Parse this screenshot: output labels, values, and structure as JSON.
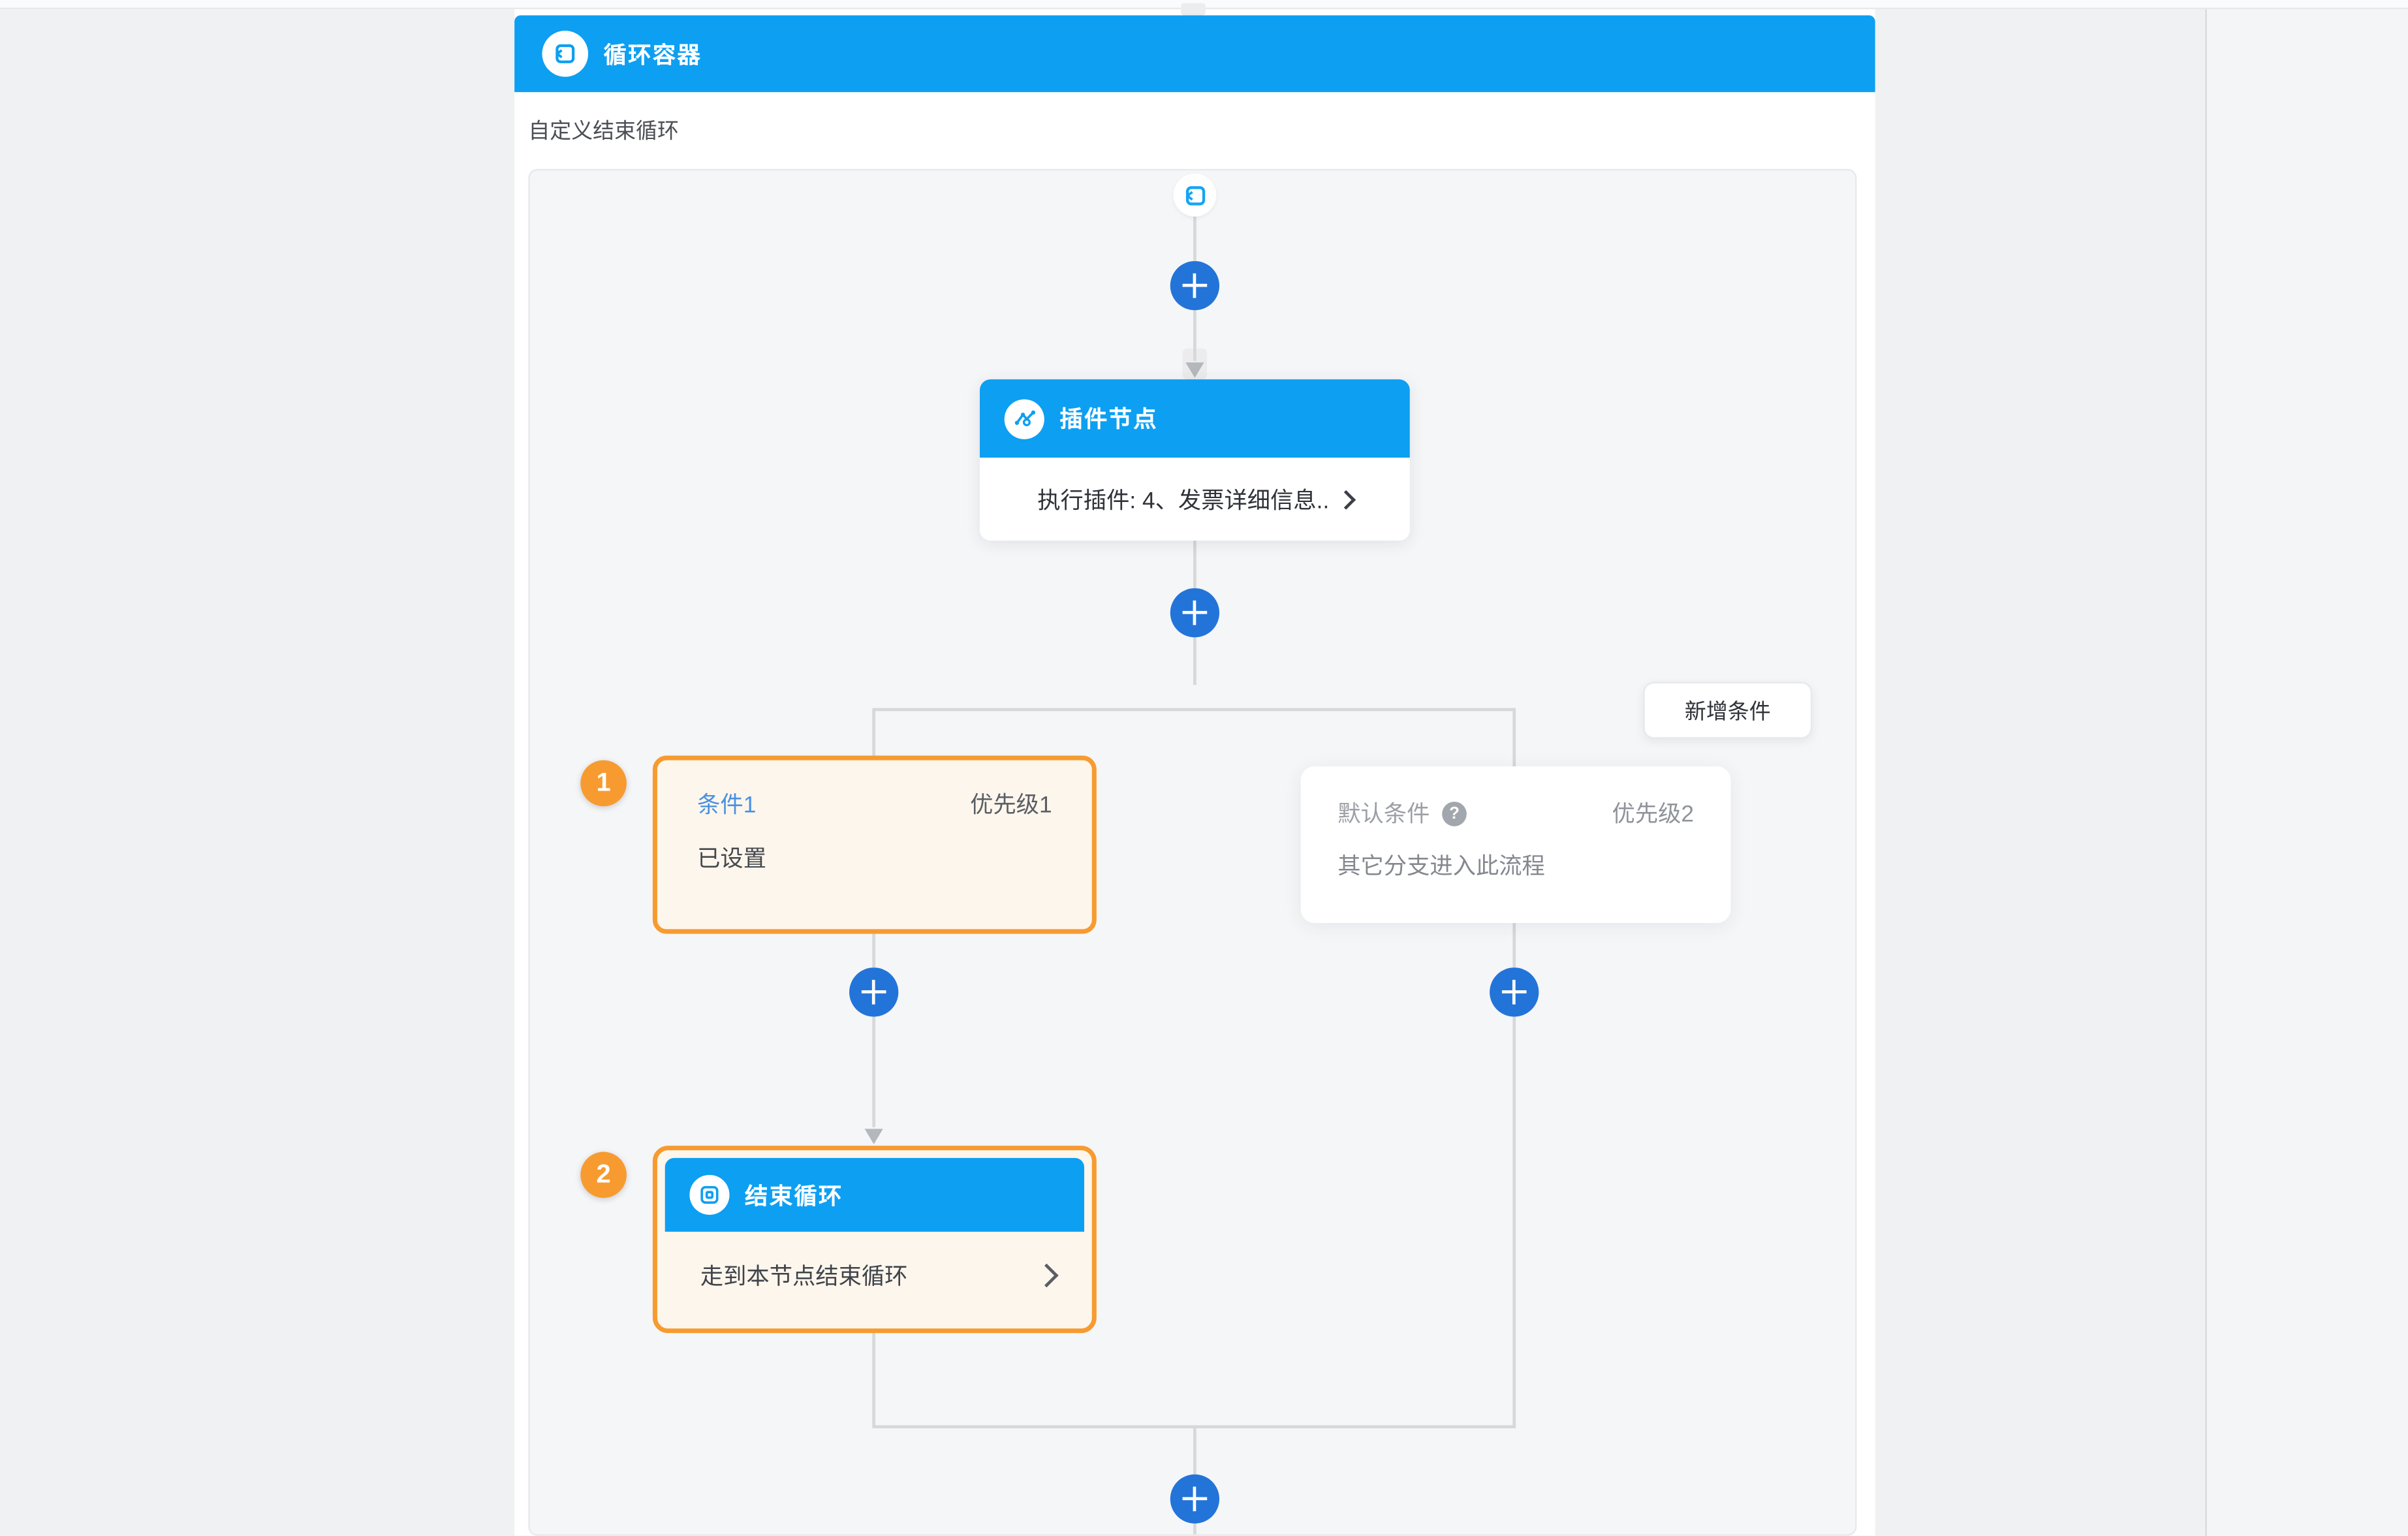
{
  "colors": {
    "node_blue": "#0d9ff2",
    "plus_button_blue": "#2374d9",
    "highlight_orange": "#f79b30",
    "highlight_background": "#fdf6ec",
    "link_blue": "#4a90e2",
    "connector_gray": "#d6d8da",
    "canvas_background": "#f5f6f8",
    "page_background": "#eff1f3"
  },
  "loop_container": {
    "title": "循环容器",
    "description": "自定义结束循环"
  },
  "flow": {
    "plugin_node": {
      "title": "插件节点",
      "summary": "执行插件: 4、发票详细信息.."
    },
    "add_condition_button": {
      "label": "新增条件"
    },
    "condition1": {
      "badge": "1",
      "title": "条件1",
      "priority": "优先级1",
      "status": "已设置"
    },
    "default_condition": {
      "title": "默认条件",
      "help": "?",
      "priority": "优先级2",
      "description": "其它分支进入此流程"
    },
    "end_loop": {
      "badge": "2",
      "title": "结束循环",
      "summary": "走到本节点结束循环"
    }
  }
}
